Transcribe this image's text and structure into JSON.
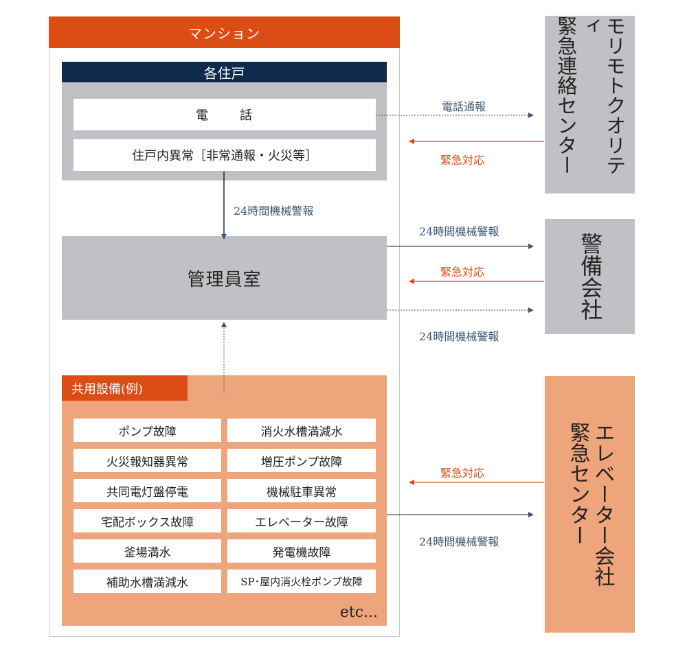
{
  "mansion": {
    "title": "マンション",
    "units": {
      "title": "各住戸",
      "phone_chars": [
        "電",
        "話"
      ],
      "alarm": "住戸内異常［非常通報・火災等］"
    },
    "office": "管理員室",
    "facilities": {
      "title": "共用設備(例)",
      "items": [
        "ポンプ故障",
        "消火水槽満減水",
        "火災報知器異常",
        "増圧ポンプ故障",
        "共同電灯盤停電",
        "機械駐車異常",
        "宅配ボックス故障",
        "エレベーター故障",
        "釜場満水",
        "発電機故障",
        "補助水槽満減水",
        "SP･屋内消火栓ポンプ故障"
      ],
      "etc": "etc..."
    }
  },
  "right": {
    "moritomo": [
      "モリモトクオリティ",
      "緊急連絡センター"
    ],
    "security": [
      "警",
      "備",
      "会",
      "社"
    ],
    "elevator": [
      "エレベーター会社",
      "緊急センター"
    ]
  },
  "labels": {
    "phone_call": "電話通報",
    "emergency_response": "緊急対応",
    "alarm_24h": "24時間機械警報"
  },
  "colors": {
    "orange": "#dc4d16",
    "navy": "#0f2a4d",
    "gray": "#bfc1c4",
    "salmon": "#eea57b",
    "arrow_blue": "#3b5573"
  }
}
